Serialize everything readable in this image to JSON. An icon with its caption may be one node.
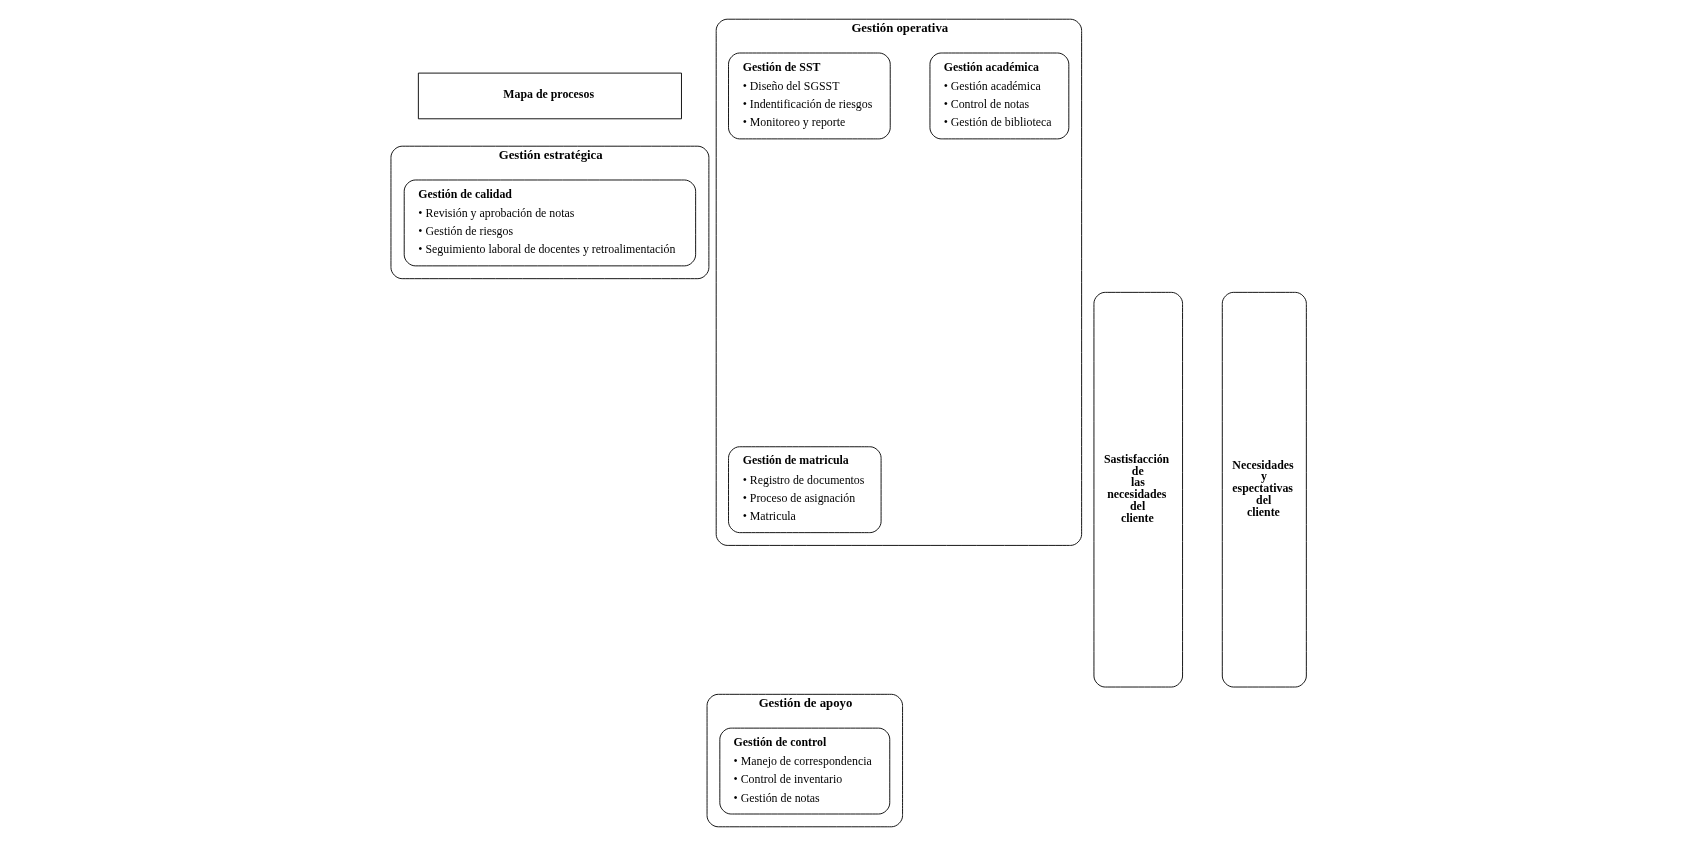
{
  "diagram": {
    "nodes": [
      {
        "text": [
          "Mapa de procesos"
        ]
      },
      {
        "text": [
          "Necesidades y espectativas del cliente"
        ]
      },
      {
        "text": [
          "Gestión estratégica"
        ]
      },
      {
        "text": [
          "Gestión de calidad",
          "• Revisión y aprobación de notas",
          "• Gestión de riesgos",
          "• Seguimiento laboral de docentes y retroalimentación"
        ],
        "in": 2
      },
      {
        "text": [
          "Gestión operativa"
        ]
      },
      {
        "text": [
          "Gestión de matricula",
          "• Registro de documentos",
          "• Proceso de asignación",
          "• Matricula"
        ],
        "in": 4
      },
      {
        "text": [
          "Gestión académica",
          "• Gestión académica",
          "• Control de notas",
          "• Gestión de biblioteca"
        ],
        "in": 4
      },
      {
        "text": [
          "Gestión de SST",
          "• Diseño del SGSST",
          "• Indentificación de riesgos",
          "• Monitoreo y reporte"
        ],
        "in": 4
      },
      {
        "text": [
          "Gestión de apoyo"
        ]
      },
      {
        "text": [
          "Gestión de control",
          "• Manejo de correspondencia",
          "• Control de inventario",
          "• Gestión de notas"
        ],
        "in": 8
      },
      {
        "text": [
          "Sastisfacción de las necesidades del cliente"
        ]
      }
    ]
  }
}
